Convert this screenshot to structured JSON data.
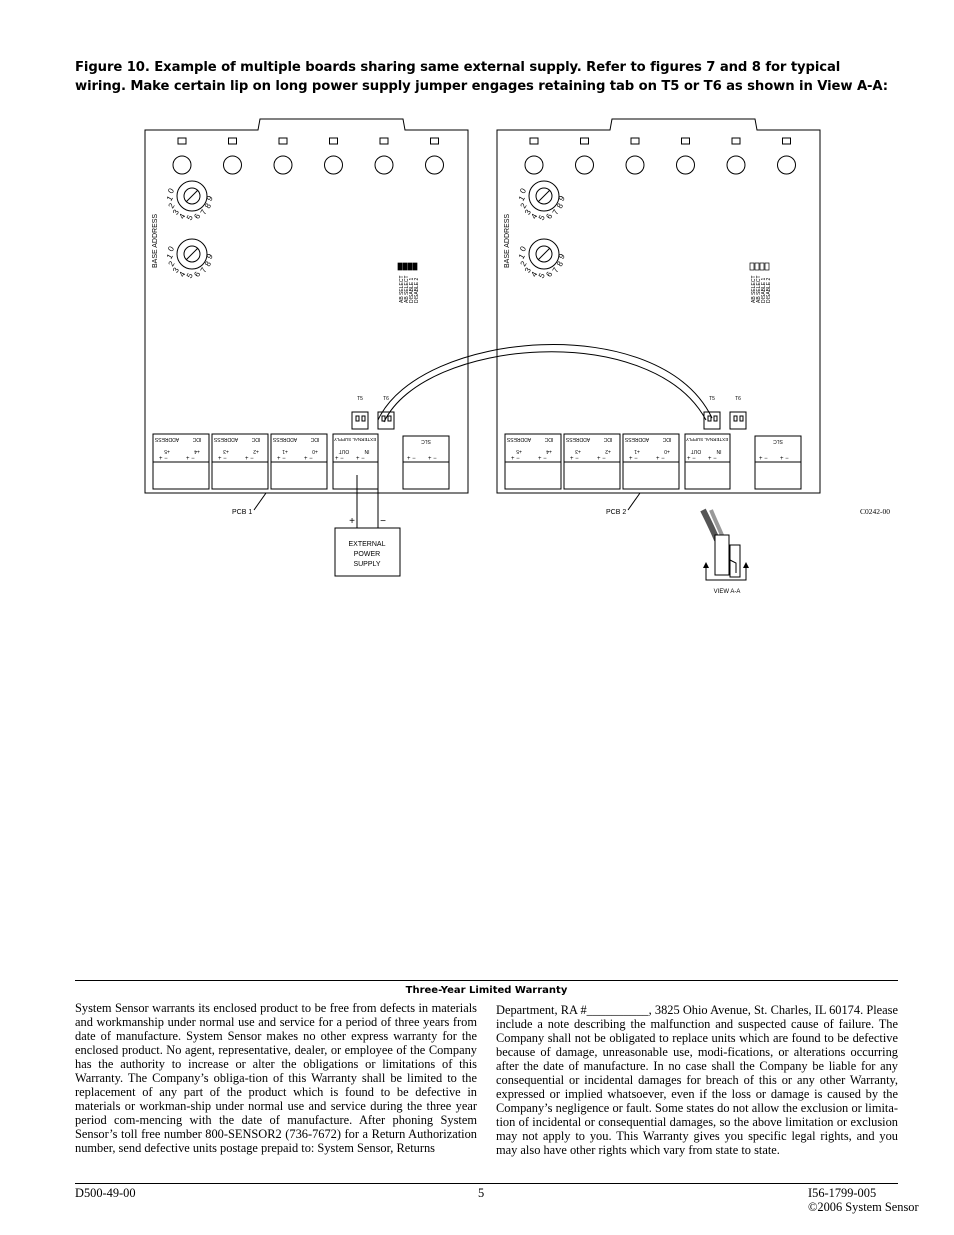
{
  "figure": {
    "caption": "Figure 10. Example of multiple boards sharing same external supply. Refer to figures 7 and 8 for typical wiring. Make certain lip on long power supply jumper engages retaining tab on T5 or T6 as shown in View A-A:",
    "base_address_label": "BASE ADDRESS",
    "dial_digits": [
      "0",
      "1",
      "2",
      "3",
      "4",
      "5",
      "6",
      "7",
      "8",
      "9"
    ],
    "dip_labels": [
      "AB SELECT",
      "AB SELECT",
      "DISABLE 1",
      "DISABLE 2"
    ],
    "t5_label": "T5",
    "t6_label": "T6",
    "block_labels": {
      "address": "ADDRESS",
      "idc": "IDC",
      "plus5": "+5",
      "plus4": "+4",
      "plus3": "+3",
      "plus2": "+2",
      "plus1": "+1",
      "plus0": "+0",
      "external_supply": "EXTERNAL SUPPLY",
      "out": "OUT",
      "in": "IN",
      "slc": "SLC",
      "pm": "+ −"
    },
    "pcb1_label": "PCB 1",
    "pcb2_label": "PCB 2",
    "supply_plus": "+",
    "supply_minus": "−",
    "supply_label": [
      "EXTERNAL",
      "POWER",
      "SUPPLY"
    ],
    "view_label": "VIEW A-A",
    "drawing_number": "C0242-00"
  },
  "warranty": {
    "title": "Three-Year Limited Warranty",
    "col1": "System Sensor warrants its enclosed product to be free from defects in materials and workmanship under normal use and service for a period of three years from date of manufacture. System Sensor makes no other express warranty for the enclosed product. No agent, representative, dealer, or employee of the Company has the authority to increase or alter the obligations or limitations of this Warranty. The Company’s obliga-tion of this Warranty shall be limited to the replacement of any part of the product which is found to be defective in materials or workman-ship under normal use and service during the three year period com-mencing with the date of manufacture. After phoning System Sensor’s toll free number 800-SENSOR2 (736-7672) for a Return Authorization number, send defective units postage prepaid to: System Sensor, Returns",
    "col2": "Department, RA #__________, 3825 Ohio Avenue, St. Charles, IL 60174. Please include a note describing the malfunction and suspected cause of failure. The Company shall not be obligated to  replace units which are found to be defective because of damage, unreasonable use, modi-fications, or alterations occurring after the date of manufacture. In no case shall the Company be liable for any consequential or incidental damages for breach of this or any other Warranty, expressed or implied whatsoever, even if the loss or damage is caused by the Company’s negligence or fault. Some states do not allow the exclusion or limita-tion of incidental or consequential damages, so the above limitation or exclusion may not apply to you. This Warranty gives you specific legal rights, and you may also have other rights which vary from state to state."
  },
  "footer": {
    "left": "D500-49-00",
    "page": "5",
    "doc": "I56-1799-005",
    "copyright": "©2006 System Sensor"
  }
}
